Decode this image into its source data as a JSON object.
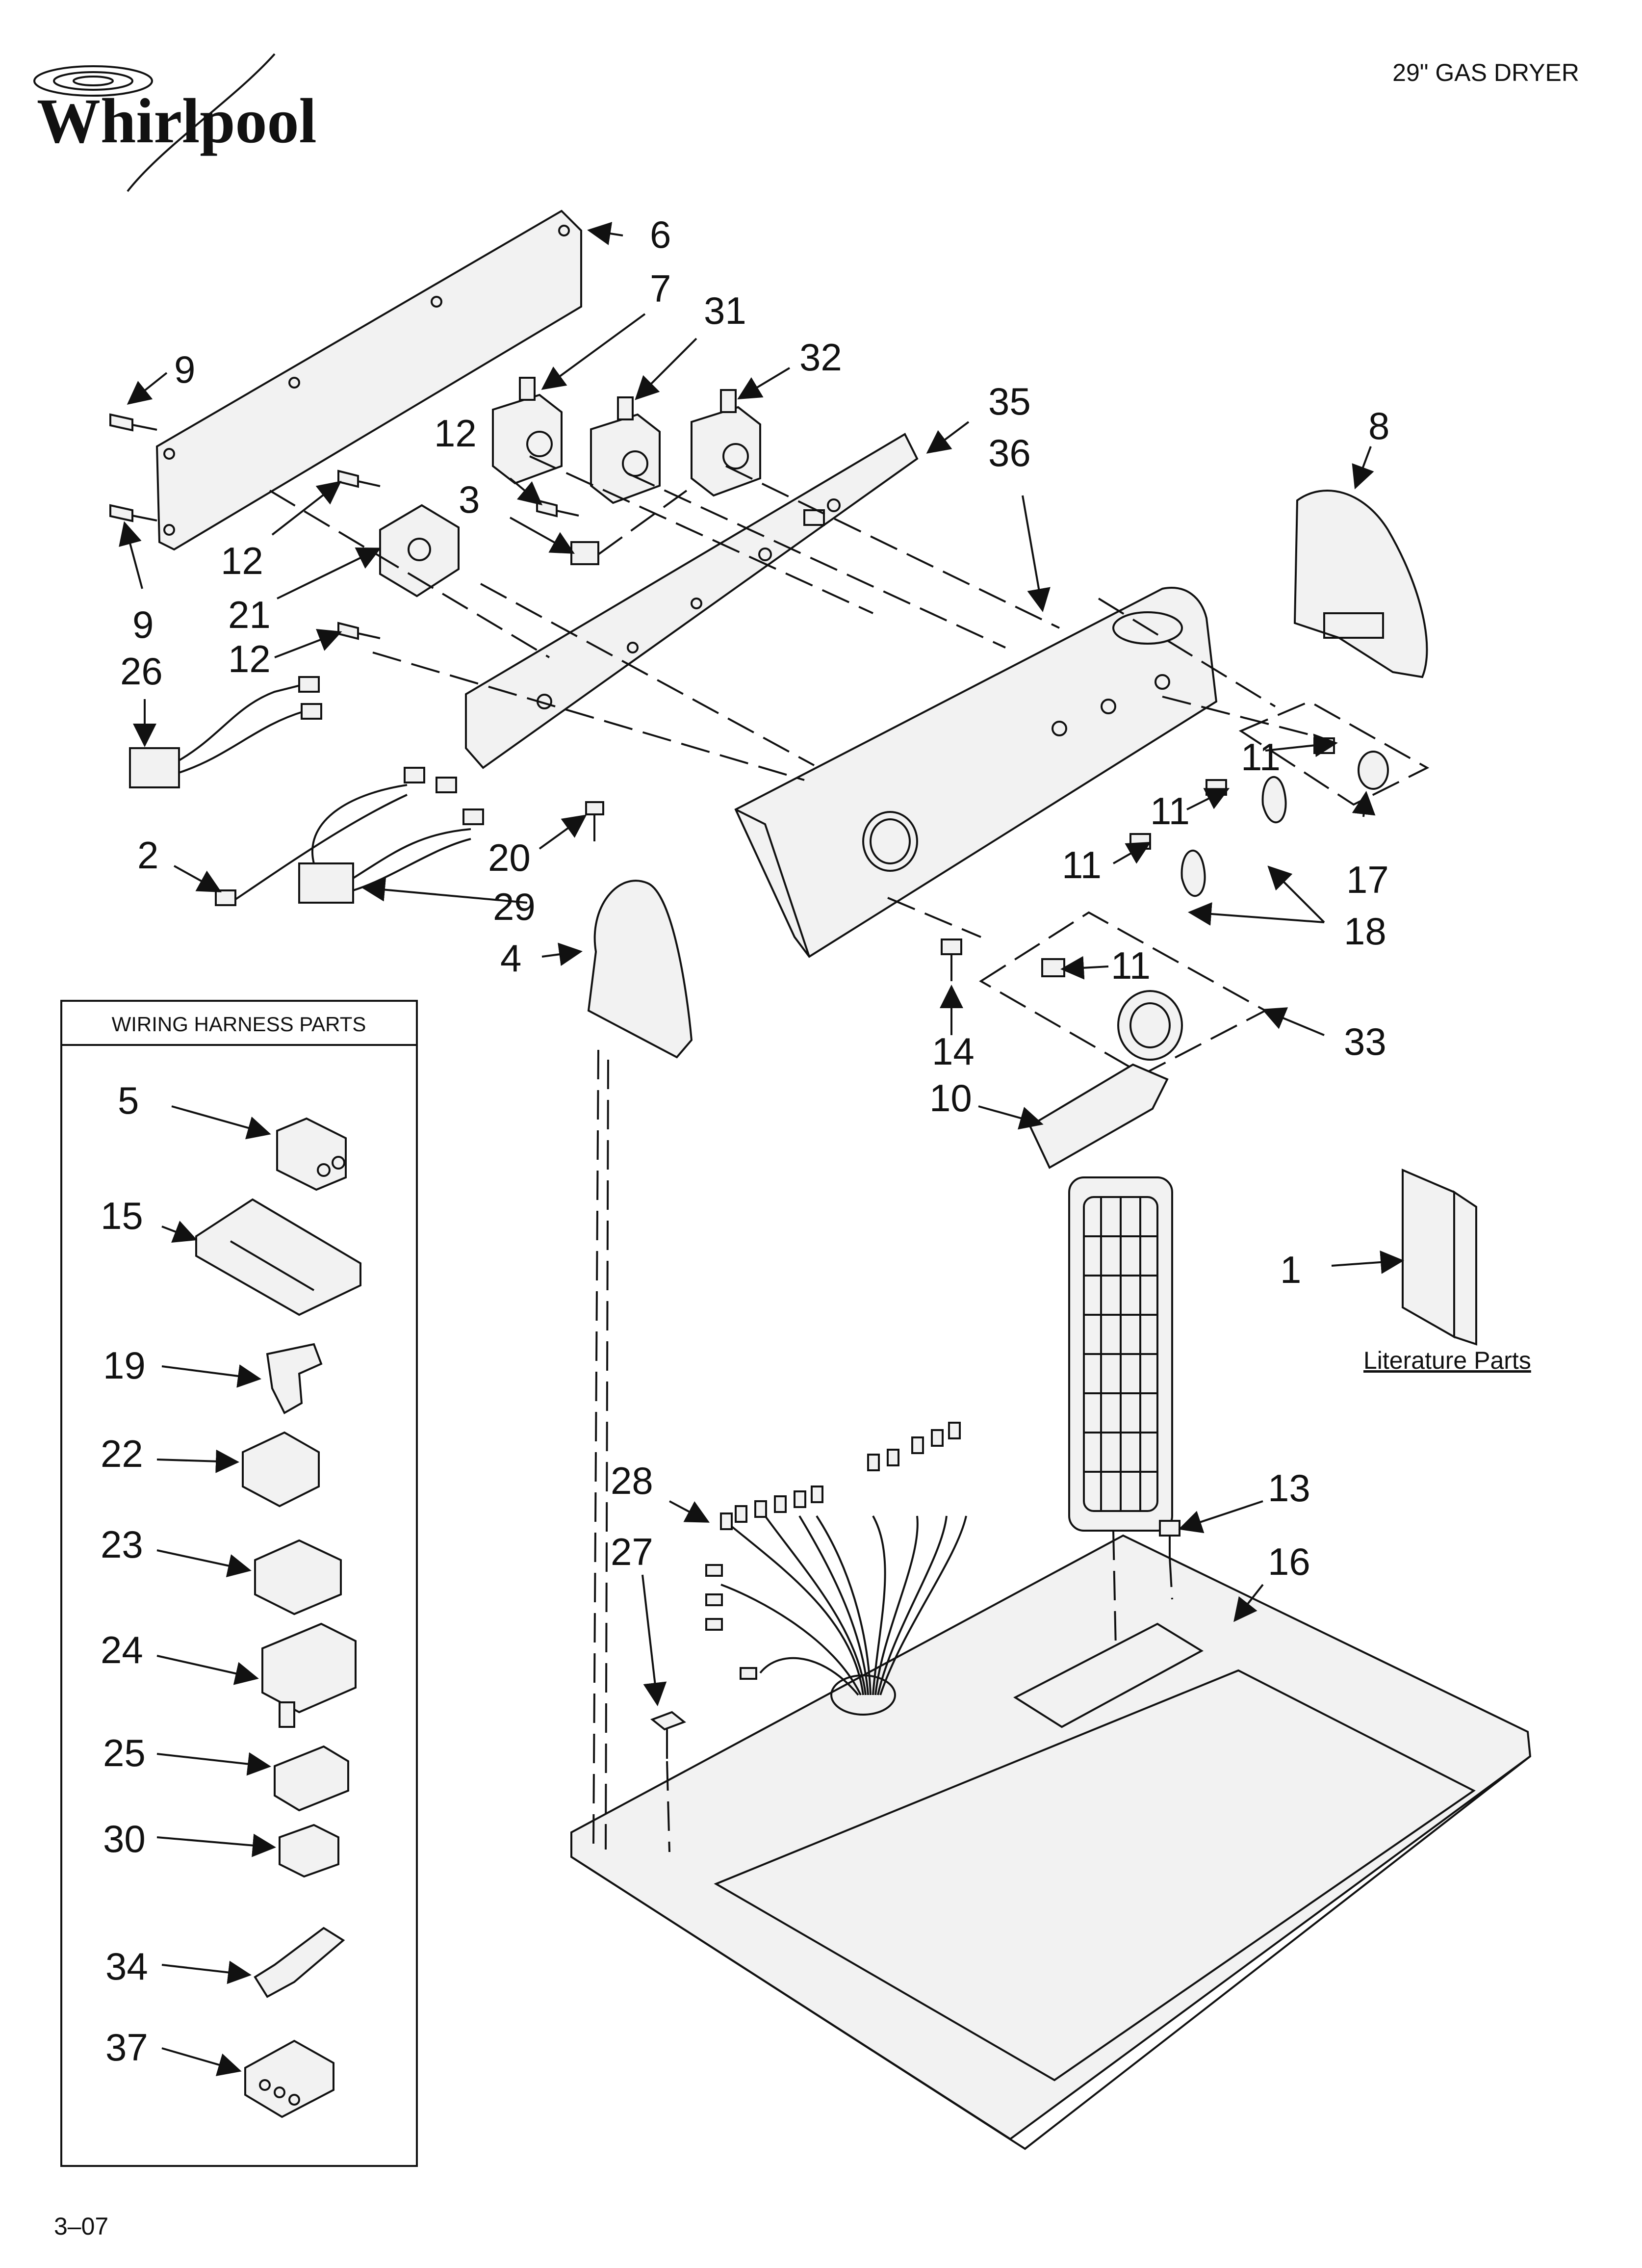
{
  "brand": {
    "name": "Whirlpool"
  },
  "header": {
    "model_title": "29\" GAS DRYER"
  },
  "footer": {
    "date_code": "3–07"
  },
  "inset": {
    "title": "WIRING HARNESS PARTS"
  },
  "literature": {
    "caption": "Literature Parts"
  },
  "labels": {
    "p1": "1",
    "p2": "2",
    "p3": "3",
    "p4": "4",
    "p5": "5",
    "p6": "6",
    "p7": "7",
    "p8": "8",
    "p9a": "9",
    "p9b": "9",
    "p10": "10",
    "p11a": "11",
    "p11b": "11",
    "p11c": "11",
    "p11d": "11",
    "p12a": "12",
    "p12b": "12",
    "p12c": "12",
    "p13": "13",
    "p14": "14",
    "p15": "15",
    "p16": "16",
    "p17": "17",
    "p18": "18",
    "p19": "19",
    "p20": "20",
    "p21": "21",
    "p22": "22",
    "p23": "23",
    "p24": "24",
    "p25": "25",
    "p26": "26",
    "p27": "27",
    "p28": "28",
    "p29": "29",
    "p30": "30",
    "p31": "31",
    "p32": "32",
    "p33": "33",
    "p34": "34",
    "p35": "35",
    "p36": "36",
    "p37": "37"
  }
}
